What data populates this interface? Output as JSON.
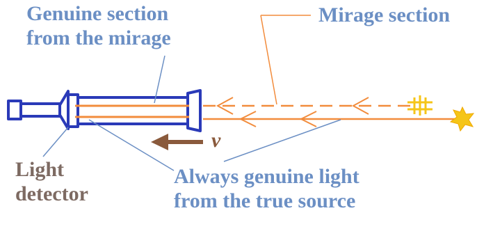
{
  "labels": {
    "genuine_section": [
      "Genuine section",
      "from the mirage"
    ],
    "mirage_section": "Mirage section",
    "light_detector": [
      "Light",
      "detector"
    ],
    "always_genuine": [
      "Always genuine light",
      "from the true source"
    ],
    "velocity": "v"
  },
  "colors": {
    "telescope": "#2a3ab8",
    "light": "#f28c3c",
    "leader": "#6b8fc4",
    "star": "#f5c518",
    "mirage_star": "#f5c518",
    "velocity_arrow": "#8a5a3c",
    "text_blue": "#6b8fc4",
    "text_gray": "#7d6a62"
  }
}
